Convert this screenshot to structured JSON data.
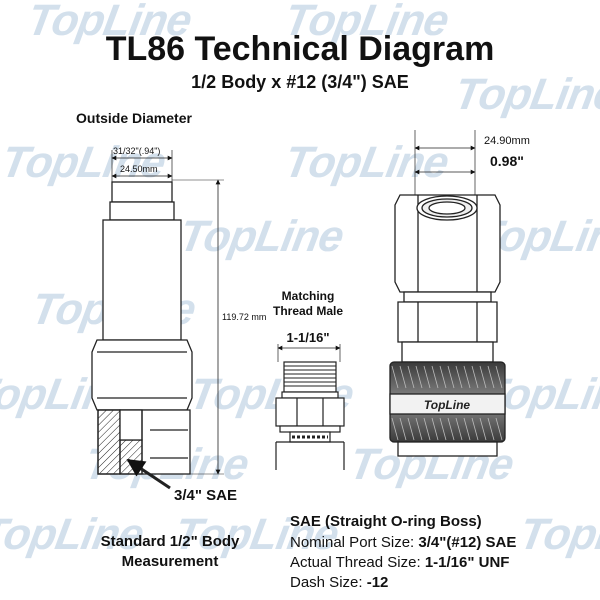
{
  "watermark": "TopLine",
  "title": "TL86 Technical Diagram",
  "subtitle": "1/2 Body x #12 (3/4\") SAE",
  "outside_diameter_label": "Outside Diameter",
  "dimensions": {
    "od_fraction": "31/32\"(.94\")",
    "od_mm": "24.50mm",
    "length_mm": "119.72 mm",
    "thread_size": "1-1/16\"",
    "right_mm": "24.90mm",
    "right_in": "0.98\""
  },
  "port_callout": "3/4\" SAE",
  "matching_label": {
    "line1": "Matching",
    "line2": "Thread Male"
  },
  "coupler_brand": "TopLine",
  "standard_label": "Standard 1/2\" Body Measurement",
  "sae": {
    "title": "SAE (Straight O-ring Boss)",
    "specs": [
      {
        "label": "Nominal Port Size:",
        "value": "3/4\"(#12) SAE"
      },
      {
        "label": "Actual Thread Size:",
        "value": "1-1/16\" UNF"
      },
      {
        "label": "Dash Size:",
        "value": "-12"
      }
    ]
  },
  "colors": {
    "watermark": "#d3e0ec",
    "line": "#222222"
  }
}
